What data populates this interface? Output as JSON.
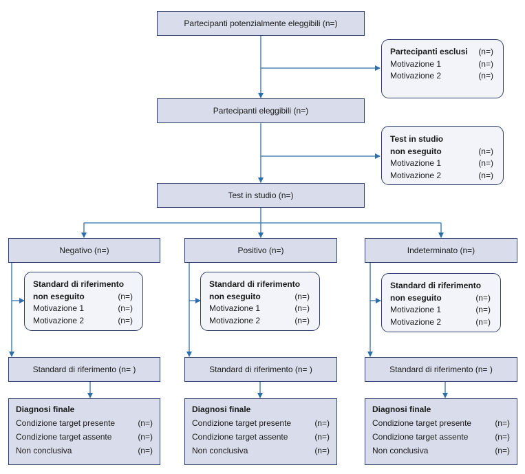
{
  "boxes": {
    "eligible_potential": "Partecipanti potenzialmente eleggibili (n=)",
    "eligible": "Partecipanti eleggibili (n=)",
    "index_test": "Test in studio (n=)"
  },
  "excluded": {
    "title": "Partecipanti esclusi",
    "title_n": "(n=)",
    "reasons": [
      {
        "label": "Motivazione 1",
        "n": "(n=)"
      },
      {
        "label": "Motivazione 2",
        "n": "(n=)"
      }
    ]
  },
  "test_not_done": {
    "title_line1": "Test in studio",
    "title_line2": "non eseguito",
    "title_n": "(n=)",
    "reasons": [
      {
        "label": "Motivazione 1",
        "n": "(n=)"
      },
      {
        "label": "Motivazione 2",
        "n": "(n=)"
      }
    ]
  },
  "branches": [
    {
      "result": "Negativo (n=)",
      "ref_not_done": {
        "line1": "Standard di riferimento",
        "line2": "non eseguito",
        "n": "(n=)",
        "reasons": [
          {
            "label": "Motivazione 1",
            "n": "(n=)"
          },
          {
            "label": "Motivazione 2",
            "n": "(n=)"
          }
        ]
      },
      "reference": "Standard di riferimento (n= )",
      "final": {
        "title": "Diagnosi finale",
        "rows": [
          {
            "label": "Condizione target presente",
            "n": "(n=)"
          },
          {
            "label": "Condizione target assente",
            "n": "(n=)"
          },
          {
            "label": "Non conclusiva",
            "n": "(n=)"
          }
        ]
      }
    },
    {
      "result": "Positivo (n=)",
      "ref_not_done": {
        "line1": "Standard di riferimento",
        "line2": "non eseguito",
        "n": "(n=)",
        "reasons": [
          {
            "label": "Motivazione 1",
            "n": "(n=)"
          },
          {
            "label": "Motivazione 2",
            "n": "(n=)"
          }
        ]
      },
      "reference": "Standard di riferimento (n= )",
      "final": {
        "title": "Diagnosi finale",
        "rows": [
          {
            "label": "Condizione target presente",
            "n": "(n=)"
          },
          {
            "label": "Condizione target assente",
            "n": "(n=)"
          },
          {
            "label": "Non conclusiva",
            "n": "(n=)"
          }
        ]
      }
    },
    {
      "result": "Indeterminato (n=)",
      "ref_not_done": {
        "line1": "Standard di riferimento",
        "line2": "non eseguito",
        "n": "(n=)",
        "reasons": [
          {
            "label": "Motivazione 1",
            "n": "(n=)"
          },
          {
            "label": "Motivazione 2",
            "n": "(n=)"
          }
        ]
      },
      "reference": "Standard di riferimento (n= )",
      "final": {
        "title": "Diagnosi finale",
        "rows": [
          {
            "label": "Condizione target presente",
            "n": "(n=)"
          },
          {
            "label": "Condizione target assente",
            "n": "(n=)"
          },
          {
            "label": "Non conclusiva",
            "n": "(n=)"
          }
        ]
      }
    }
  ]
}
